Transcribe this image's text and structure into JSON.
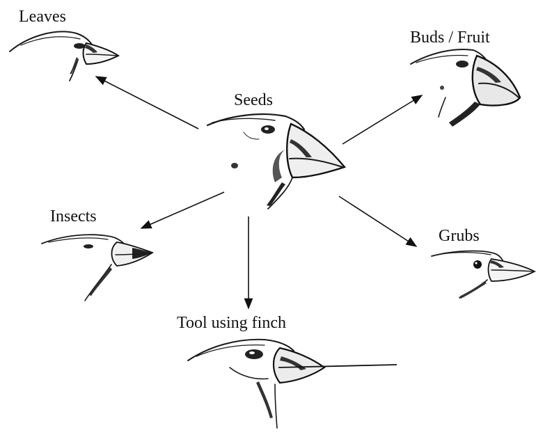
{
  "center": {
    "label": "Seeds",
    "icon": "finch-head-seed-eater-icon"
  },
  "branches": [
    {
      "label": "Leaves",
      "icon": "finch-head-leaf-eater-icon"
    },
    {
      "label": "Buds / Fruit",
      "icon": "finch-head-bud-eater-icon"
    },
    {
      "label": "Insects",
      "icon": "finch-head-insect-eater-icon"
    },
    {
      "label": "Grubs",
      "icon": "finch-head-grub-eater-icon"
    },
    {
      "label": "Tool using finch",
      "icon": "finch-head-tool-user-icon"
    }
  ],
  "colors": {
    "ink": "#1a1a1a",
    "background": "#ffffff"
  }
}
